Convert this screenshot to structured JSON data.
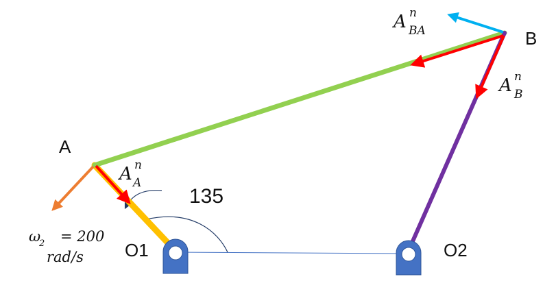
{
  "labels": {
    "point_a": "A",
    "point_b": "B",
    "pivot_o1": "O1",
    "pivot_o2": "O2",
    "angle": "135",
    "accel_a_base": "A",
    "accel_a_sup": "n",
    "accel_a_sub": "A",
    "accel_b_base": "A",
    "accel_b_sup": "n",
    "accel_b_sub": "B",
    "accel_ba_base": "A",
    "accel_ba_sup": "n",
    "accel_ba_sub": "BA",
    "omega_symbol": "ω",
    "omega_sub": "2",
    "omega_value": "= 200",
    "omega_unit": "rad/s"
  },
  "colors": {
    "link_o1a": "#FFC000",
    "link_ab": "#92D050",
    "link_o2b": "#7030A0",
    "normal_accel": "#FF0000",
    "tangential_a": "#ED7D31",
    "accel_ba_blue": "#00B0F0",
    "ground": "#4472C4",
    "angle_arc": "#1F3864"
  }
}
